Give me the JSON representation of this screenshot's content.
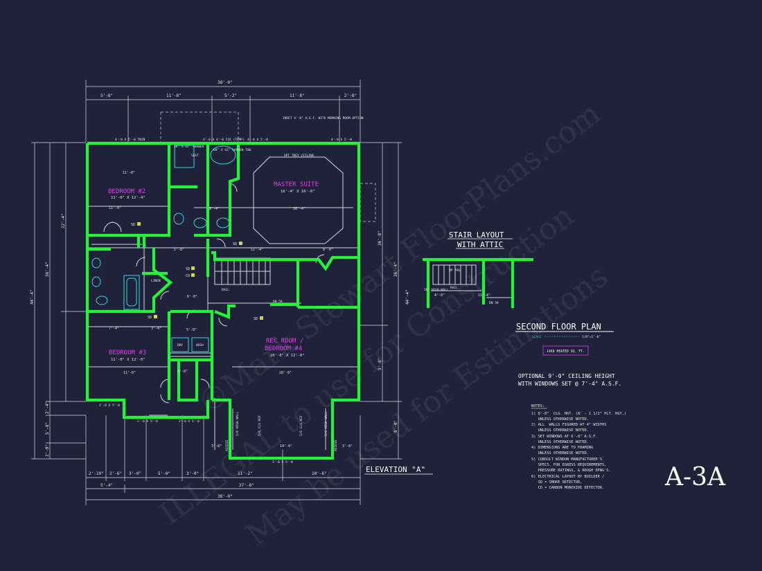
{
  "sheet": {
    "number": "A-3A"
  },
  "plan": {
    "title": "SECOND FLOOR PLAN",
    "scale_label": "SCALE",
    "scale_value": "1/8\"=1'-0\"",
    "heated_area": "1468 HEATED SQ. FT.",
    "optional_note_line1": "OPTIONAL 9'-0\" CEILING HEIGHT",
    "optional_note_line2": "WITH WINDOWS SET @ 7'-4\" A.S.F.",
    "elevation_label": "ELEVATION \"A\""
  },
  "stair": {
    "title_line1": "STAIR LAYOUT",
    "title_line2": "WITH ATTIC",
    "label_up": "UP 7RS",
    "label_wall": "36\" HIGH WALL",
    "label_rail": "RAIL",
    "label_dim1": "4'-0\"",
    "label_dim2": "11'-4\"",
    "label_dn": "DN 5R"
  },
  "rooms": {
    "bedroom2": {
      "name": "BEDROOM #2",
      "size": "11'-0\" X 12'-4\""
    },
    "master": {
      "name": "MASTER SUITE",
      "size": "16'-4\" X 16'-0\""
    },
    "bedroom3": {
      "name": "BEDROOM #3",
      "size": "11'-0\" X 12'-0\""
    },
    "rec_room": {
      "name_line1": "REC ROOM /",
      "name_line2": "BEDROOM #4",
      "size": "20'-0\" X 12'-0\""
    }
  },
  "notes": {
    "heading": "NOTES:",
    "lines": [
      "1) 8'-0\"  CLG. HGT. (8' - 1 1/2\" PLT. HGT.)",
      "   UNLESS OTHERWISE NOTED.",
      "2) ALL  WALLS FIGURED AT 4\" WIDTHS",
      "   UNLESS OTHERWISE NOTED.",
      "3) SET WINDOWS AT 6'-8\" A.S.F.",
      "   UNLESS OTHERWISE NOTED.",
      "4) DIMENSIONS ARE TO FRAMING",
      "   UNLESS OTHERWISE NOTED.",
      "5) CONSULT WINDOW MANUFACTURER'S",
      "   SPECS. FOR EGRESS REQUIREMENTS,",
      "   PRESSURE RATINGS, & ROUGH OPNG'S.",
      "6) ELECTRICAL LAYOUT BY BUILDER /",
      "   SD = SMOKE DETECTOR,",
      "   CO = CARBON MONOXIDE DETECTOR."
    ]
  },
  "dimensions": {
    "top_overall": "38'-0\"",
    "top": [
      "5'-8\"",
      "11'-8\"",
      "5'-2\"",
      "11'-8\"",
      "2'-8\""
    ],
    "bottom_overall": "38'-0\"",
    "bottom": [
      "2'-10\"",
      "2'-6\"",
      "3'-0\"",
      "5'-0\"",
      "3'-0\"",
      "11'-2\"",
      "10'-6\""
    ],
    "bottom_mid": [
      "5'-4\"",
      "27'-8\""
    ],
    "left_overall": "44'-4\"",
    "left": [
      "22'-4\"",
      "36'-4\"",
      "2'-4\"",
      "5'-8\"",
      "2'-0\""
    ],
    "right_overall": "44'-4\"",
    "right": [
      "36'-8\"",
      "36'-4\"",
      "5'-8\"",
      "8'-0\""
    ],
    "interior": [
      "11'-0\"",
      "11'-4\"",
      "6'-4\"",
      "16'-4\"",
      "8'-0\"",
      "11'-4\"",
      "5'-8\"",
      "6'-0\"",
      "7'-4\"",
      "3'-4\"",
      "20'-0\"",
      "11'-0\"",
      "3'-8\"",
      "14'-0\"",
      "3'-8\"",
      "5'-0\"",
      "4'-0\""
    ]
  },
  "window_tags": [
    "4'-0 X 5'-0 TWIN",
    "4'-0 X 4'-0 FIX (TEMP)",
    "4'-0 X 5'-0",
    "4'-0 X 5'-0",
    "2'-6 X 5'-0",
    "2'-6 X 5'-0",
    "3'-6 X 5'-0",
    "2'-6 X 5'-0"
  ],
  "callouts": {
    "inset": "INSET 4'-0\" A.S.F. WITH MORNING ROOM OPTION",
    "tray": "OPT TREY CEILING",
    "shower": "36\" X 42\" SHOWER",
    "seat": "SEAT",
    "tub": "60\" X 42\" GARDEN TUB",
    "linen": "LINEN",
    "dryer": "DRY",
    "washer": "WASH",
    "sd": "SD",
    "co": "CO",
    "rail": "RAIL",
    "dn": "DN 5R",
    "access_left": "ACCESS",
    "access_right": "ACCESS",
    "knee_walls": [
      "5/6 HIGH WALL",
      "5/6 CLG HGT",
      "5/6 CLG HGT",
      "5/6 HIGH WALL"
    ]
  },
  "watermark": {
    "line1": "©Mark Stewart FloorPlans.com",
    "line2": "ILLEGAL to use for Construction",
    "line3": "May be used for Estimations"
  }
}
